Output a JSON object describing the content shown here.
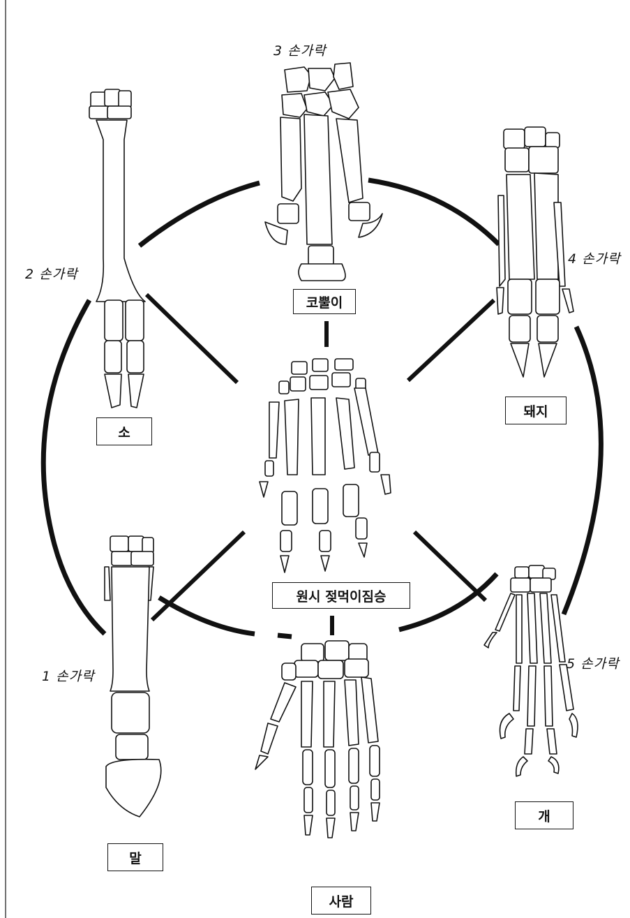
{
  "animals": {
    "cow": "소",
    "tapir": "코뿔이",
    "pig": "돼지",
    "horse": "말",
    "dog": "개",
    "human": "사람",
    "ancestor": "원시 젖먹이짐승"
  },
  "digits": {
    "two": "2 손가락",
    "three": "3 손가락",
    "four": "4 손가락",
    "one": "1 손가락",
    "five": "5 손가락"
  }
}
